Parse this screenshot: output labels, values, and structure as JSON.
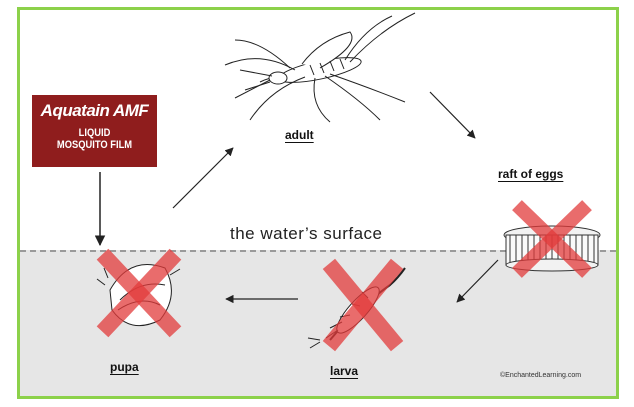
{
  "labels": {
    "adult": "adult",
    "raft_of_eggs": "raft of eggs",
    "larva": "larva",
    "pupa": "pupa",
    "surface": "the water’s surface"
  },
  "product": {
    "name": "Aquatain AMF",
    "line1": "LIQUID",
    "line2": "MOSQUITO FILM",
    "color": "#8f1d1d"
  },
  "credit": "©EnchantedLearning.com",
  "colors": {
    "border": "#8cd14a",
    "cross": "#e23b3b",
    "water": "#e6e6e6"
  },
  "icons": [
    "mosquito-adult-icon",
    "egg-raft-icon",
    "larva-icon",
    "pupa-icon",
    "red-x-icon",
    "arrow-icon"
  ]
}
